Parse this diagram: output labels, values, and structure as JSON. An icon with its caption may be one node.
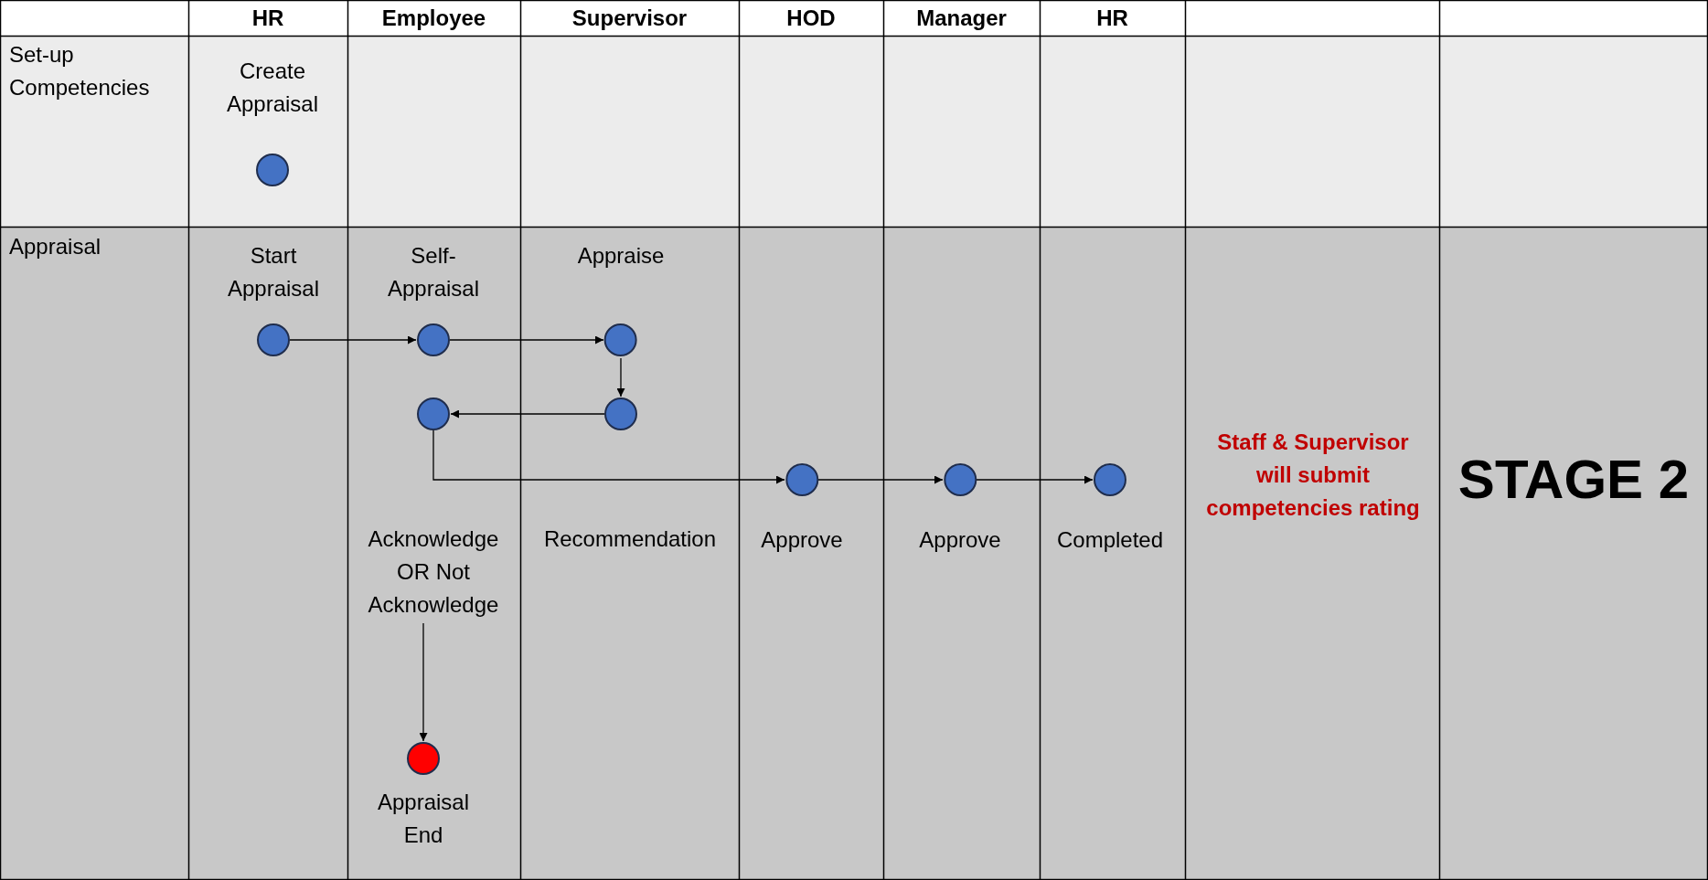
{
  "diagram": {
    "nodes": [
      {
        "text": [
          "Create Appraisal"
        ]
      },
      {
        "text": [
          "Start Appraisal"
        ]
      },
      {
        "text": [
          "Self-Appraisal"
        ]
      },
      {
        "text": [
          "Appraise"
        ]
      },
      {
        "text": [],
        "shape": "circle"
      },
      {
        "text": [],
        "shape": "circle"
      },
      {
        "text": [
          "Approve"
        ]
      },
      {
        "text": [
          "Approve"
        ]
      },
      {
        "text": [
          "Completed"
        ]
      },
      {
        "text": [
          "Acknowledge OR Not Acknowledge"
        ]
      },
      {
        "text": [
          "Appraisal End"
        ]
      }
    ],
    "edges": [
      {
        "from": 1,
        "to": 2,
        "arrow": "to"
      },
      {
        "from": 2,
        "to": 3,
        "arrow": "to"
      },
      {
        "from": 3,
        "to": 5,
        "arrow": "to"
      },
      {
        "from": 5,
        "to": 4,
        "arrow": "to"
      },
      {
        "from": 4,
        "to": 6,
        "arrow": "to"
      },
      {
        "from": 6,
        "to": 7,
        "arrow": "to"
      },
      {
        "from": 7,
        "to": 8,
        "arrow": "to"
      },
      {
        "from": 9,
        "to": 10,
        "arrow": "to"
      }
    ],
    "labels": [
      "HR",
      "Employee",
      "Supervisor",
      "HOD",
      "Manager",
      "HR",
      "Set-up Competencies",
      "Appraisal",
      "Recommendation",
      "Staff & Supervisor will submit competencies rating",
      "STAGE 2"
    ]
  }
}
